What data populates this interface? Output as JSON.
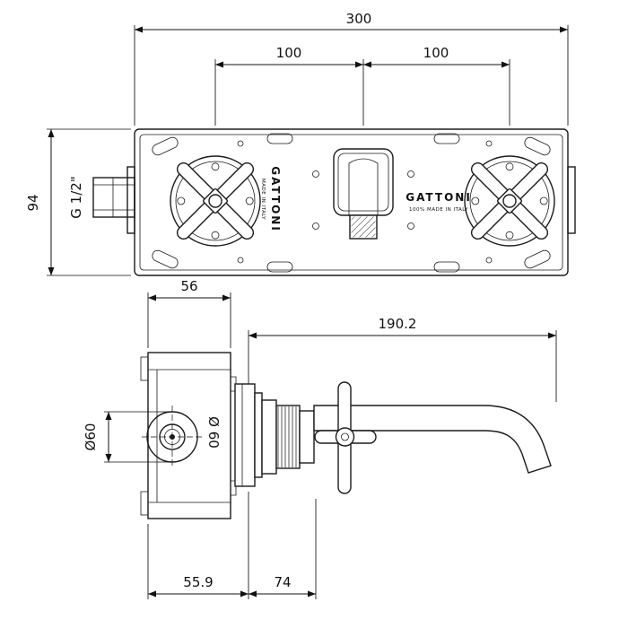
{
  "drawing": {
    "front_view": {
      "dim_overall_width": "300",
      "dim_handle_left": "100",
      "dim_handle_right": "100",
      "dim_height": "94",
      "thread_label": "G 1/2\"",
      "brand_left": "GATTONI",
      "brand_left_sub": "MADE IN ITALY",
      "brand_right": "GATTONI",
      "brand_right_sub": "100% MADE IN ITALY"
    },
    "side_view": {
      "dim_depth": "56",
      "dim_reach": "190.2",
      "dim_diameter": "Ø60",
      "dim_diameter_body": "Ø 60",
      "dim_bottom_body": "55.9",
      "dim_bottom_handle": "74"
    }
  }
}
